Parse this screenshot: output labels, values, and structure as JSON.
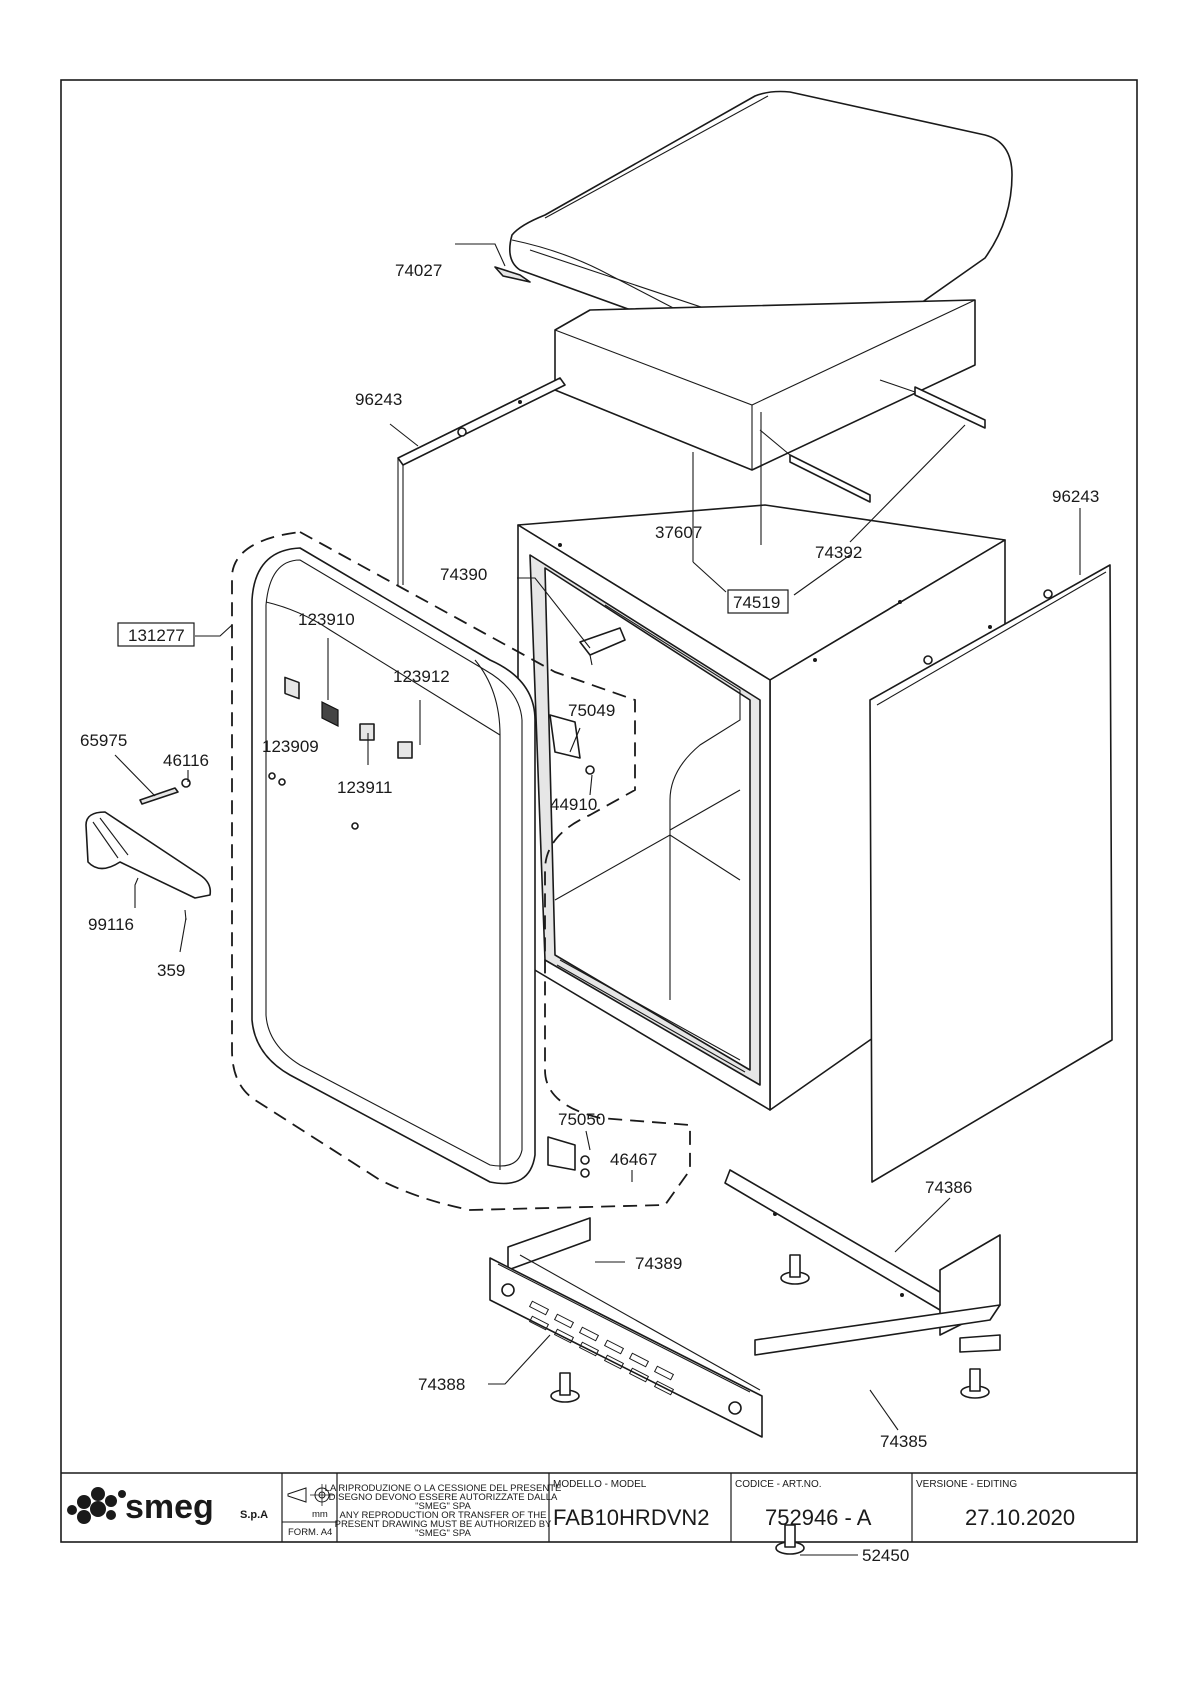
{
  "drawing": {
    "part_labels": {
      "p74027": "74027",
      "p96243_left": "96243",
      "p96243_right": "96243",
      "p37607": "37607",
      "p74392": "74392",
      "p74390": "74390",
      "p74519": "74519",
      "p131277": "131277",
      "p123910": "123910",
      "p123912": "123912",
      "p123909": "123909",
      "p123911": "123911",
      "p65975": "65975",
      "p46116": "46116",
      "p75049": "75049",
      "p44910": "44910",
      "p99116": "99116",
      "p359": "359",
      "p75050": "75050",
      "p46467": "46467",
      "p74386": "74386",
      "p74389": "74389",
      "p74388": "74388",
      "p74385": "74385",
      "p52450": "52450"
    }
  },
  "title_block": {
    "brand": "smeg",
    "brand_suffix": "S.p.A",
    "unit": "mm",
    "format": "FORM. A4",
    "notice_it_1": "LA RIPRODUZIONE O LA CESSIONE DEL PRESENTE",
    "notice_it_2": "DISEGNO DEVONO ESSERE AUTORIZZATE DALLA",
    "notice_it_3": "\"SMEG\" SPA",
    "notice_en_1": "ANY REPRODUCTION OR TRANSFER OF THE",
    "notice_en_2": "PRESENT DRAWING MUST BE AUTHORIZED BY",
    "notice_en_3": "\"SMEG\" SPA",
    "model_caption": "MODELLO - MODEL",
    "model": "FAB10HRDVN2",
    "code_caption": "CODICE - ART.NO.",
    "code": "752946 - A",
    "version_caption": "VERSIONE - EDITING",
    "version": "27.10.2020"
  },
  "colors": {
    "line": "#1a1a1a",
    "paper": "#ffffff"
  }
}
